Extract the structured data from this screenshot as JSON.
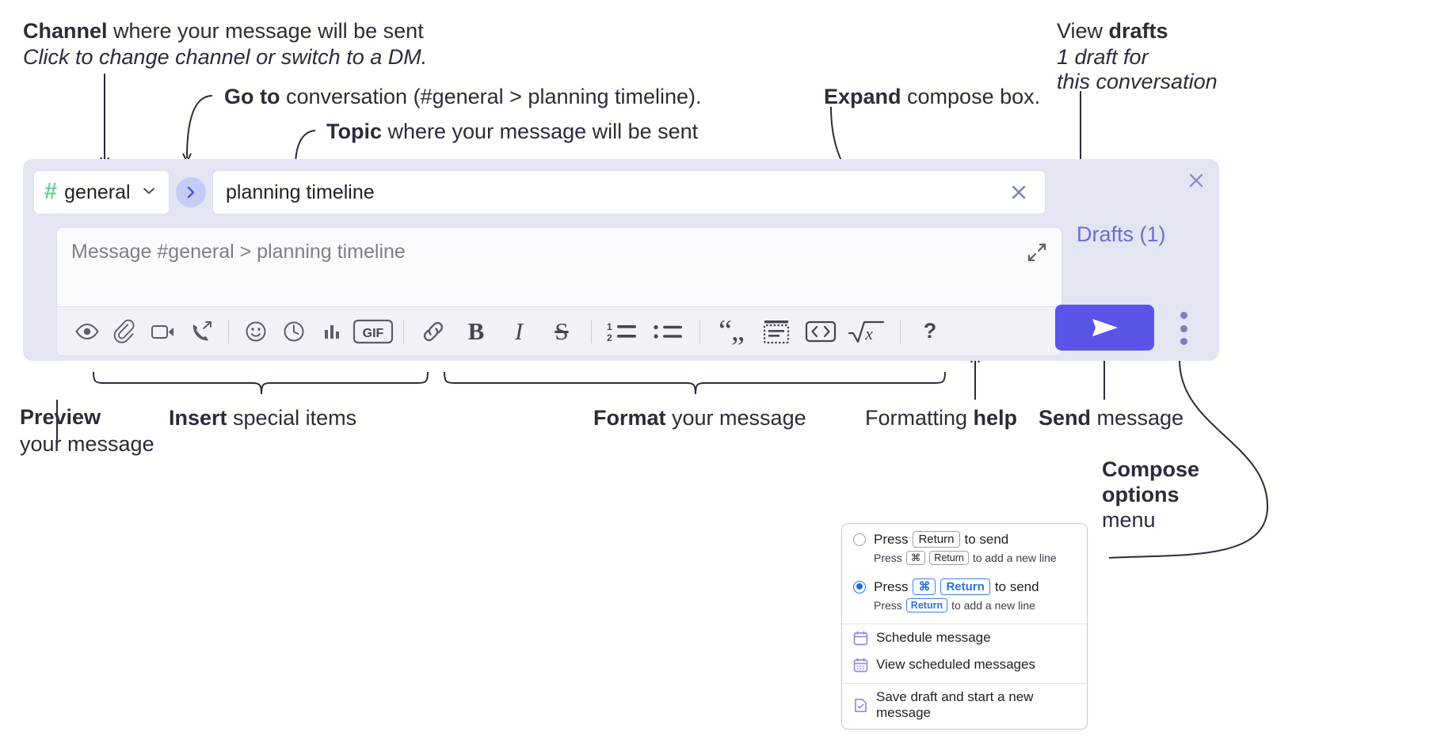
{
  "annotations": {
    "channel": {
      "bold": "Channel",
      "rest": " where your message will be sent",
      "sub": "Click to change channel or switch to a DM."
    },
    "goto": {
      "bold": "Go to",
      "rest": " conversation (#general > planning timeline)."
    },
    "topic": {
      "bold": "Topic",
      "rest": " where your message will be sent"
    },
    "expand": {
      "bold": "Expand",
      "rest": " compose box."
    },
    "drafts": {
      "line1_rest": "View ",
      "line1_bold": "drafts",
      "line2": "1 draft for",
      "line3": "this conversation"
    },
    "preview": {
      "bold": "Preview",
      "line2": "your message"
    },
    "insert": {
      "bold": "Insert",
      "rest": " special items"
    },
    "format": {
      "bold": "Format",
      "rest": " your message"
    },
    "formatting_help": {
      "rest": "Formatting ",
      "bold": "help"
    },
    "send": {
      "bold": "Send",
      "rest": " message"
    },
    "compose_options": {
      "line1": "Compose",
      "line2": "options",
      "line3": "menu"
    }
  },
  "compose": {
    "close_icon": "close-icon",
    "channel": {
      "hash": "#",
      "name": "general",
      "chevron": "chevron-down-icon"
    },
    "go_button_icon": "chevron-right-icon",
    "topic": {
      "value": "planning timeline",
      "clear_icon": "close-icon"
    },
    "message": {
      "placeholder": "Message #general > planning timeline",
      "value": "",
      "expand_icon": "expand-icon"
    },
    "drafts_label": "Drafts (1)",
    "send_button_icon": "send-paper-plane-icon",
    "options_icon": "kebab-vertical-icon",
    "toolbar": [
      {
        "name": "preview-icon",
        "type": "icon"
      },
      {
        "name": "attachment-icon",
        "type": "icon"
      },
      {
        "name": "video-clip-icon",
        "type": "icon"
      },
      {
        "name": "audio-clip-icon",
        "type": "icon"
      },
      {
        "name": "divider",
        "type": "sep"
      },
      {
        "name": "emoji-icon",
        "type": "icon"
      },
      {
        "name": "schedule-clock-icon",
        "type": "icon"
      },
      {
        "name": "poll-icon",
        "type": "icon"
      },
      {
        "name": "gif-icon",
        "type": "icon",
        "label": "GIF"
      },
      {
        "name": "divider",
        "type": "sep"
      },
      {
        "name": "link-icon",
        "type": "icon"
      },
      {
        "name": "bold-icon",
        "type": "icon",
        "label": "B"
      },
      {
        "name": "italic-icon",
        "type": "icon",
        "label": "I"
      },
      {
        "name": "strikethrough-icon",
        "type": "icon"
      },
      {
        "name": "divider",
        "type": "sep"
      },
      {
        "name": "ordered-list-icon",
        "type": "icon"
      },
      {
        "name": "bulleted-list-icon",
        "type": "icon"
      },
      {
        "name": "divider",
        "type": "sep"
      },
      {
        "name": "blockquote-icon",
        "type": "icon"
      },
      {
        "name": "code-block-icon",
        "type": "icon"
      },
      {
        "name": "code-icon",
        "type": "icon"
      },
      {
        "name": "math-icon",
        "type": "icon"
      },
      {
        "name": "divider",
        "type": "sep"
      },
      {
        "name": "help-icon",
        "type": "icon",
        "label": "?"
      }
    ]
  },
  "menu": {
    "options": [
      {
        "selected": false,
        "main_prefix": "Press",
        "main_key": "Return",
        "main_suffix": "to send",
        "sub_prefix": "Press",
        "sub_key1": "⌘",
        "sub_key2": "Return",
        "sub_suffix": "to add a new line"
      },
      {
        "selected": true,
        "main_prefix": "Press",
        "main_key1": "⌘",
        "main_key2": "Return",
        "main_suffix": "to send",
        "sub_prefix": "Press",
        "sub_key": "Return",
        "sub_suffix": "to add a new line"
      }
    ],
    "items": [
      {
        "icon": "calendar-schedule-icon",
        "label": "Schedule message"
      },
      {
        "icon": "calendar-list-icon",
        "label": "View scheduled messages"
      },
      {
        "icon": "save-draft-icon",
        "label": "Save draft and start a new message"
      }
    ]
  },
  "colors": {
    "compose_bg": "#e3e5f3",
    "send_button": "#5b54e8",
    "drafts_text": "#6c6fd0",
    "hash_green": "#6fcf9b",
    "go_button_bg": "#c3cbf7",
    "annotation_text": "#2b2b3d",
    "radio_blue": "#1f6fe0",
    "menu_icon_purple": "#8b8fe0"
  }
}
